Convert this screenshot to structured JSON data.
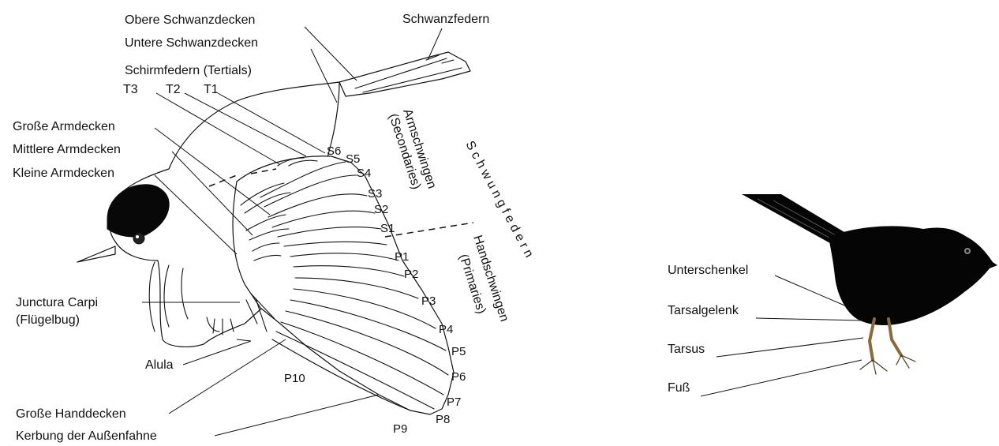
{
  "wing_diagram": {
    "labels": {
      "obere_schwanzdecken": "Obere Schwanzdecken",
      "untere_schwanzdecken": "Untere Schwanzdecken",
      "schwanzfedern": "Schwanzfedern",
      "schirmfedern": "Schirmfedern (Tertials)",
      "t3": "T3",
      "t2": "T2",
      "t1": "T1",
      "grosse_armdecken": "Große Armdecken",
      "mittlere_armdecken": "Mittlere Armdecken",
      "kleine_armdecken": "Kleine Armdecken",
      "junctura_carpi": "Junctura Carpi",
      "fluegelbug": "(Flügelbug)",
      "alula": "Alula",
      "grosse_handdecken": "Große Handdecken",
      "kerbung": "Kerbung der Außenfahne",
      "armschwingen": "Armschwingen",
      "secondaries": "(Secondaries)",
      "schwungfedern": "S c h w u n g f e d e r n",
      "handschwingen": "Handschwingen",
      "primaries": "(Primaries)"
    },
    "secondaries": [
      "S6",
      "S5",
      "S4",
      "S3",
      "S2",
      "S1"
    ],
    "primaries": [
      "P1",
      "P2",
      "P3",
      "P4",
      "P5",
      "P6",
      "P7",
      "P8",
      "P9",
      "P10"
    ]
  },
  "leg_diagram": {
    "labels": {
      "unterschenkel": "Unterschenkel",
      "tarsalgelenk": "Tarsalgelenk",
      "tarsus": "Tarsus",
      "fuss": "Fuß"
    }
  },
  "colors": {
    "ink": "#111111",
    "bird_black": "#050505",
    "leg_brown": "#8a6a3a"
  }
}
